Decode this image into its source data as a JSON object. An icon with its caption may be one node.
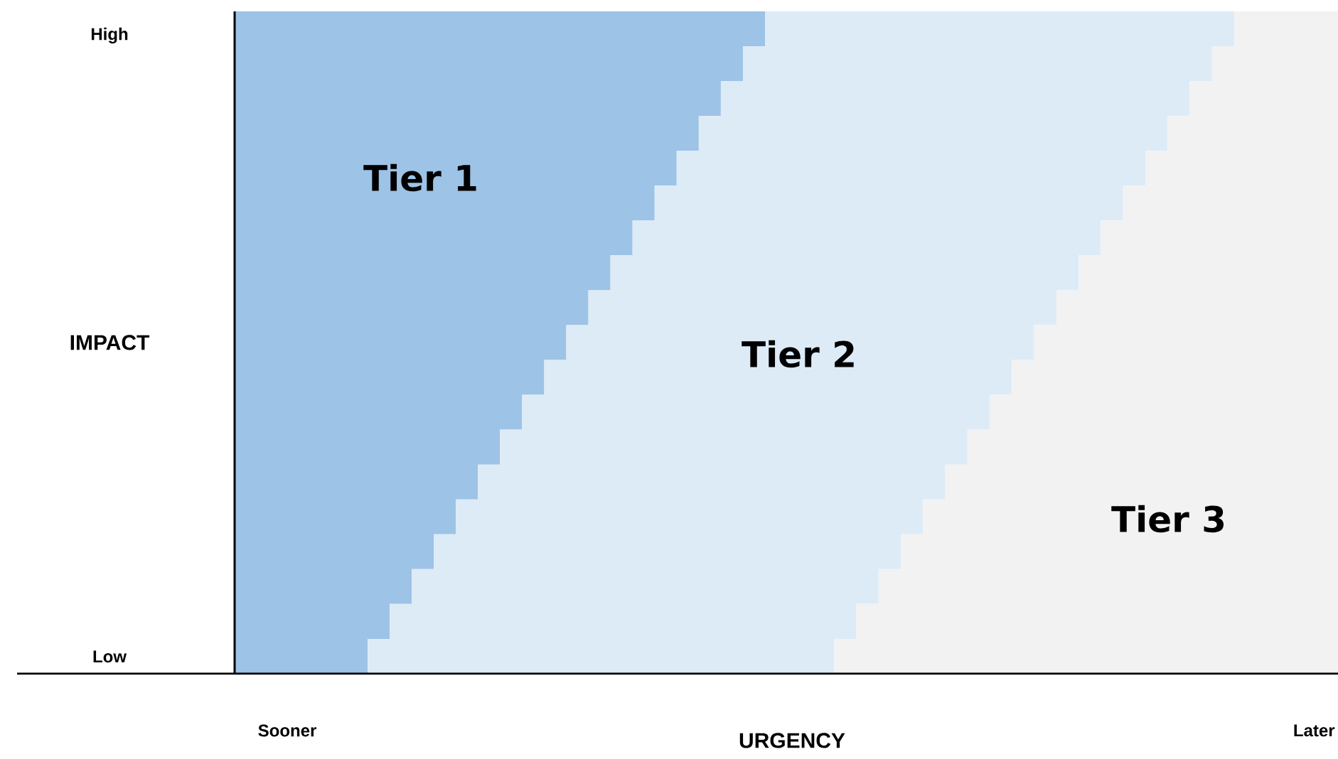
{
  "diagram": {
    "nodes": [
      {
        "text": [
          "Tier 1"
        ]
      },
      {
        "text": [
          "Tier 2"
        ]
      },
      {
        "text": [
          "Tier 3"
        ]
      }
    ],
    "labels": [
      "High",
      "IMPACT",
      "Low",
      "Sooner",
      "URGENCY",
      "Later"
    ]
  }
}
